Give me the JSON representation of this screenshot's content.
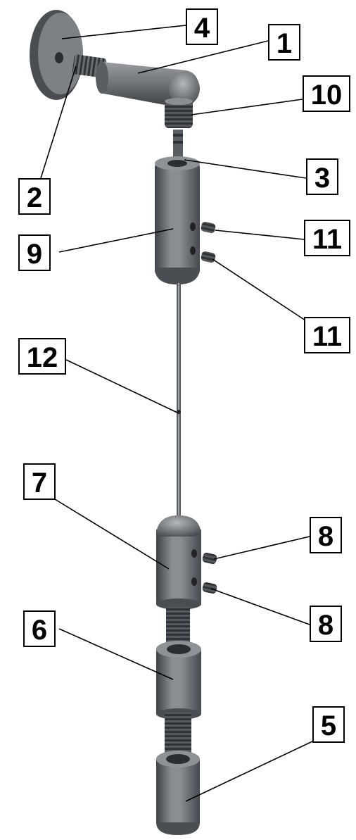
{
  "labels": {
    "l1": "1",
    "l2": "2",
    "l3": "3",
    "l4": "4",
    "l5": "5",
    "l6": "6",
    "l7": "7",
    "l8a": "8",
    "l8b": "8",
    "l9": "9",
    "l10": "10",
    "l11a": "11",
    "l11b": "11",
    "l12": "12"
  },
  "colors": {
    "metal": "#6f7378",
    "metal_dark": "#3e4247",
    "metal_light": "#a9adb2",
    "label_border": "#000000"
  }
}
